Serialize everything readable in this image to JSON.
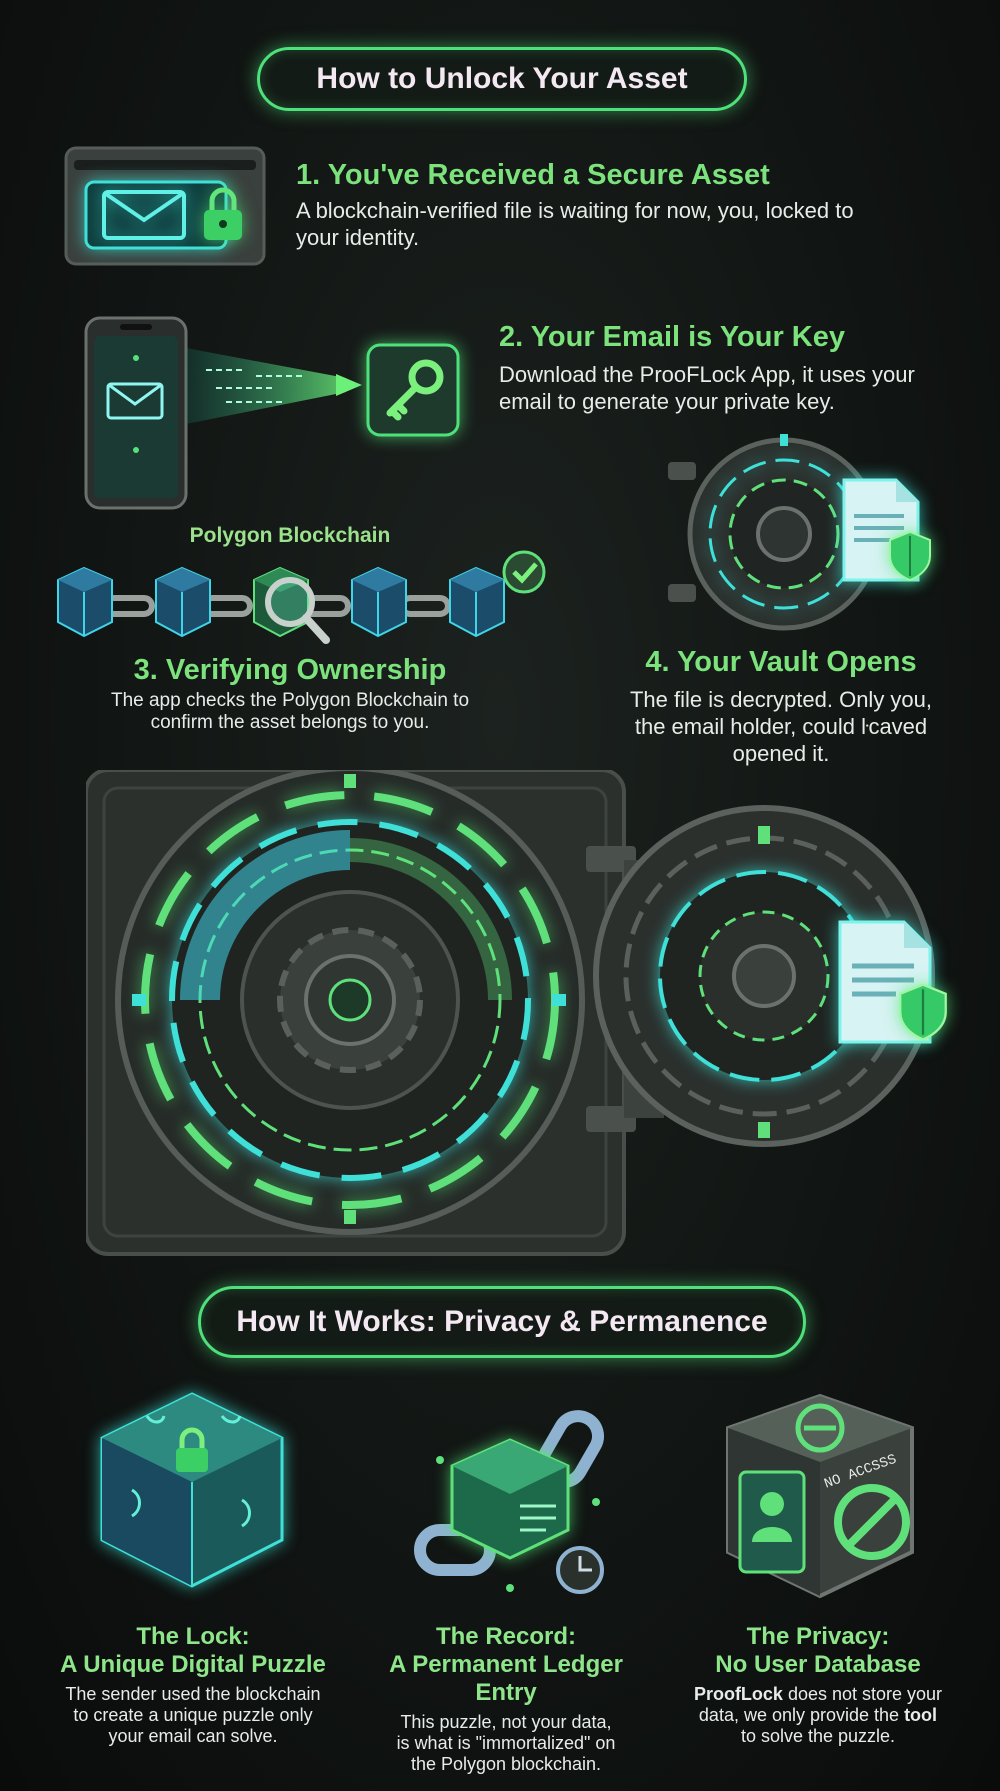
{
  "header": {
    "title": "How to Unlock Your Asset"
  },
  "steps": [
    {
      "title": "1. You've Received a Secure Asset",
      "text": "A blockchain-verified file is waiting for now, you, locked to your identity."
    },
    {
      "title": "2. Your Email is Your Key",
      "text": "Download the ProoFLock App, it uses your email to generate your private key."
    },
    {
      "title": "3. Verifying Ownership",
      "text": "The app checks the Polygon Blockchain to confirm the asset belongs to you.",
      "chain_label": "Polygon Blockchain"
    },
    {
      "title": "4. Your Vault Opens",
      "text": "The file is decrypted. Only you, the email holder, could ŀcaved opened it."
    }
  ],
  "section2": {
    "title": "How It Works: Privacy & Permanence"
  },
  "cards": [
    {
      "title_line1": "The Lock:",
      "title_line2": "A Unique Digital Puzzle",
      "text": "The sender used the blockchain to create a unique puzzle only your email can solve."
    },
    {
      "title_line1": "The Record:",
      "title_line2": "A Permanent Ledger Entry",
      "text": "This puzzle, not your data, is what is \"immortalized\" on the Polygon blockchain."
    },
    {
      "title_line1": "The Privacy:",
      "title_line2": "No User Database",
      "text_strong": "ProofLock",
      "text_a": " does not store your data, we only provide the ",
      "text_tool": "tool",
      "text_b": " to solve the puzzle.",
      "cube_label": "NO ACCSSS"
    }
  ],
  "colors": {
    "accent_green": "#4ee07a",
    "accent_teal": "#3fe0d8",
    "title_pink": "#f4e9f2"
  },
  "icons": [
    "envelope-icon",
    "padlock-icon",
    "phone-icon",
    "key-icon",
    "blockchain-cube-icon",
    "magnifier-icon",
    "checkmark-icon",
    "vault-icon",
    "document-icon",
    "shield-icon",
    "puzzle-cube-icon",
    "chain-link-icon",
    "clock-icon",
    "user-card-icon",
    "no-access-icon"
  ]
}
